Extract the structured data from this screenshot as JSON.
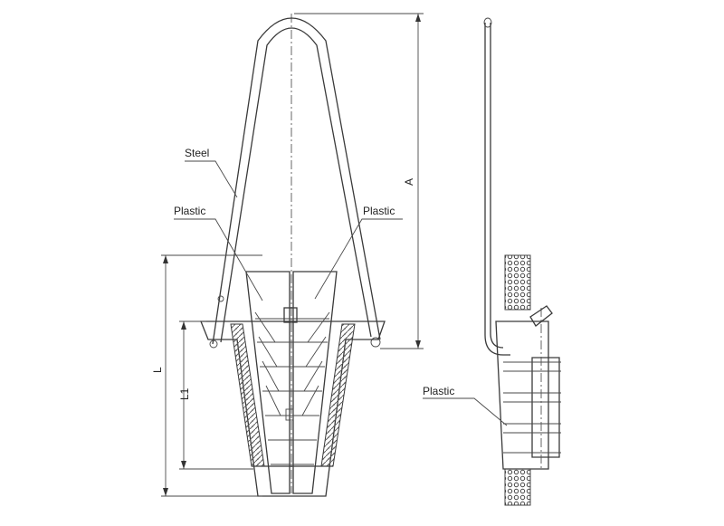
{
  "labels": {
    "steel": "Steel",
    "plastic_left": "Plastic",
    "plastic_right": "Plastic",
    "plastic_side": "Plastic",
    "dim_a": "A",
    "dim_l": "L",
    "dim_l1": "L1"
  },
  "colors": {
    "line": "#3a3a3a",
    "background": "#ffffff",
    "hatch": "#5a5a5a"
  }
}
